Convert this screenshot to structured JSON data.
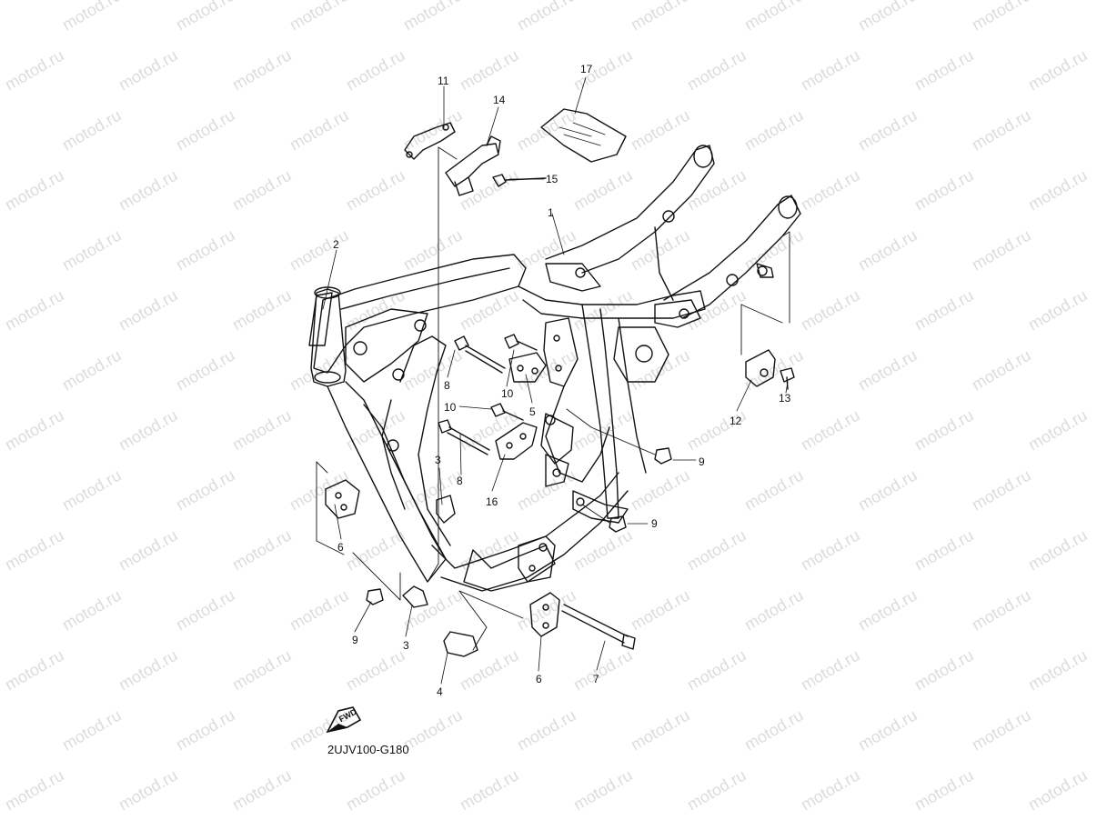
{
  "watermark_text": "motod.ru",
  "diagram_code": "2UJV100-G180",
  "fwd_label": "FWD",
  "line_color": "#111111",
  "watermark_color": "#dcdcdc",
  "callouts": [
    "11",
    "14",
    "17",
    "15",
    "1",
    "2",
    "8",
    "10",
    "5",
    "10",
    "8",
    "3",
    "16",
    "6",
    "9",
    "9",
    "12",
    "13",
    "9",
    "3",
    "4",
    "6",
    "7"
  ]
}
